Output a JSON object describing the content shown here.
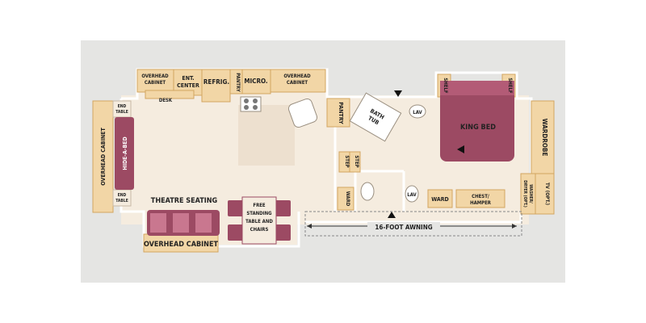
{
  "colors": {
    "background": "#e5e5e3",
    "floor": "#f5ecdf",
    "floor_dark": "#e7d8c4",
    "wall": "#ffffff",
    "cabinet": "#f2d6a6",
    "cabinet_edge": "#d2a560",
    "furniture": "#9c4a63",
    "furniture_light": "#c9778f",
    "label": "#222222"
  },
  "labels": {
    "overhead_cabinet_top_left": [
      "OVERHEAD",
      "CABINET"
    ],
    "ent_center": [
      "ENT.",
      "CENTER"
    ],
    "refrig": "REFRIG.",
    "pantry_top": "PANTRY",
    "micro": "MICRO.",
    "overhead_cabinet_top_right": [
      "OVERHEAD",
      "CABINET"
    ],
    "desk": "DESK",
    "end_table_top": [
      "END",
      "TABLE"
    ],
    "end_table_bottom": [
      "END",
      "TABLE"
    ],
    "overhead_cabinet_left": "OVERHEAD CABINET",
    "hide_a_bed": "HIDE-A-BED",
    "theatre_seating": "THEATRE SEATING",
    "free_standing_table": [
      "FREE",
      "STANDING",
      "TABLE AND",
      "CHAIRS"
    ],
    "overhead_cabinet_bottom": "OVERHEAD CABINET",
    "pantry_mid": "PANTRY",
    "bath_tub": [
      "BATH",
      "TUB"
    ],
    "lav_top": "LAV",
    "step_1": "STEP",
    "step_2": "STEP",
    "ward_left": "WARD",
    "lav_bottom": "LAV",
    "ward_right": "WARD",
    "chest_hamper": [
      "CHEST/",
      "HAMPER"
    ],
    "king_bed": "KING BED",
    "wardrobe": "WARDROBE",
    "tv_opt": "TV (OPT.)",
    "washer_dryer": [
      "WASHER/",
      "DRYER (OPT.)"
    ],
    "shelf_left": "SHELF",
    "shelf_right": "SHELF",
    "awning": "16-FOOT AWNING"
  }
}
